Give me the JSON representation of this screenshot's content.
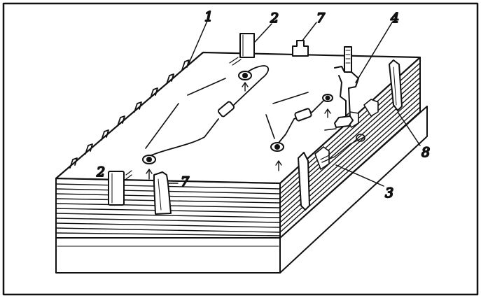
{
  "figure": {
    "stroke_color": "#111111",
    "paper_color": "#ffffff",
    "callouts": [
      {
        "id": "callout-1",
        "text": "1"
      },
      {
        "id": "callout-2-top",
        "text": "2"
      },
      {
        "id": "callout-7-top",
        "text": "7"
      },
      {
        "id": "callout-4",
        "text": "4"
      },
      {
        "id": "callout-2-front",
        "text": "2"
      },
      {
        "id": "callout-7-front",
        "text": "7"
      },
      {
        "id": "callout-3",
        "text": "3"
      },
      {
        "id": "callout-8",
        "text": "8"
      }
    ]
  }
}
